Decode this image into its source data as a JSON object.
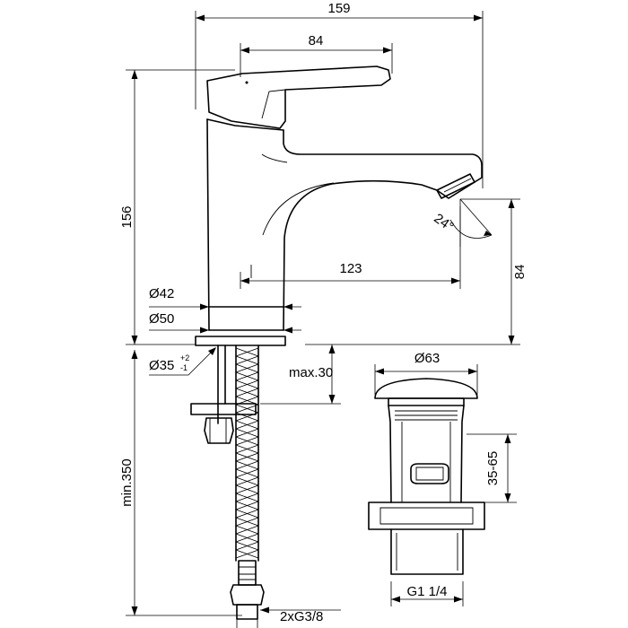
{
  "dimensions": {
    "overall_width": "159",
    "lever_length": "84",
    "height": "156",
    "spout_reach": "123",
    "spout_height": "84",
    "spout_angle": "24°",
    "base_diameter_42": "Ø42",
    "base_diameter_50": "Ø50",
    "hole_diameter": "Ø35",
    "hole_tol_plus": "+2",
    "hole_tol_minus": "-1",
    "max_thickness": "max.30",
    "hose_length": "min.350",
    "hose_connection": "2xG3/8",
    "waste_diameter": "Ø63",
    "waste_range": "35-65",
    "waste_thread": "G1 1/4"
  }
}
